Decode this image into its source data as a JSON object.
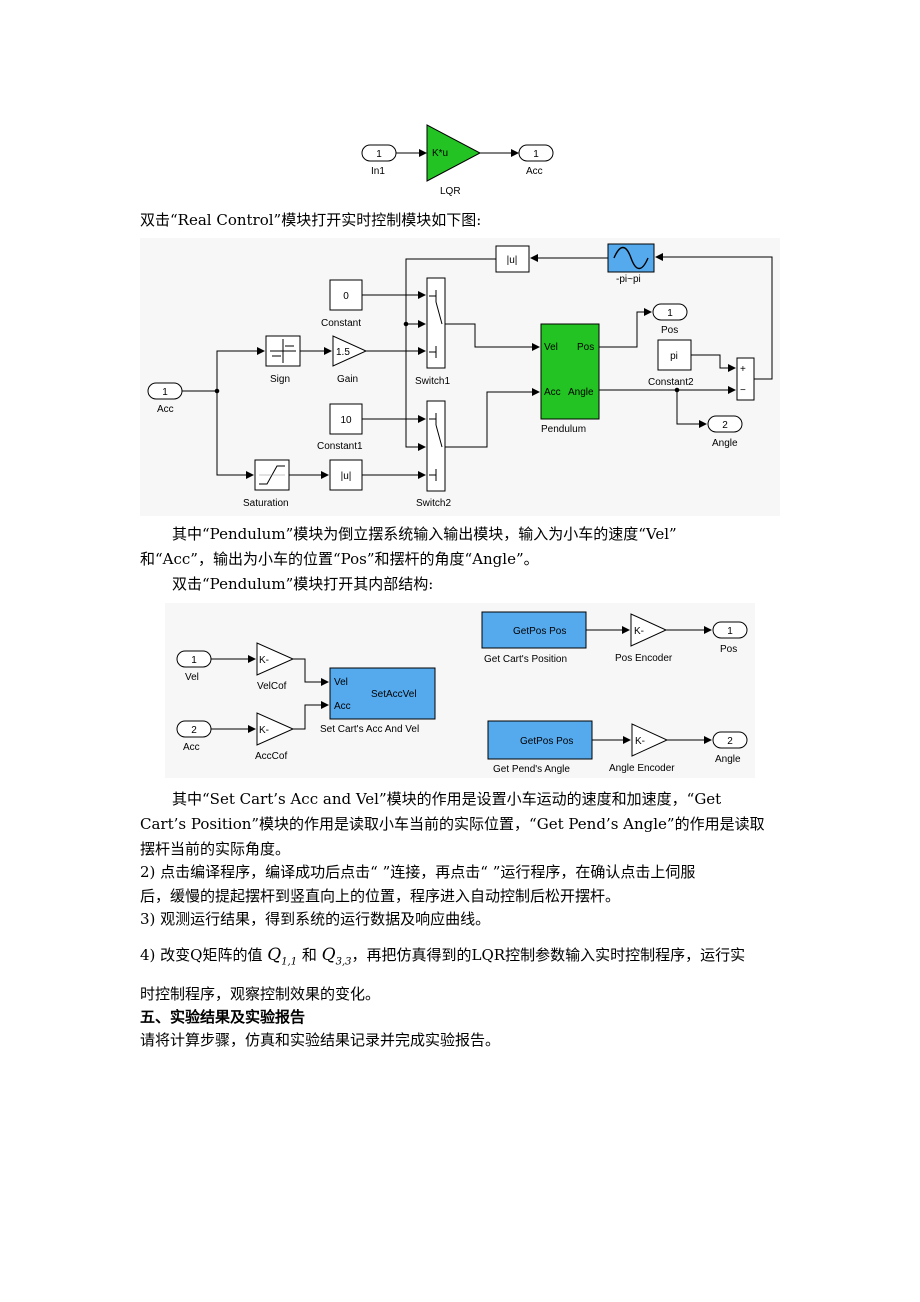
{
  "lqr_diagram": {
    "in_port": "1",
    "in_label": "In1",
    "gain_text": "K*u",
    "gain_label": "LQR",
    "out_port": "1",
    "out_label": "Acc"
  },
  "para1": "双击“Real Control”模块打开实时控制模块如下图:",
  "rc_diagram": {
    "abs_top": "|u|",
    "sine_label": "-pi~pi",
    "constant_val": "0",
    "constant_label": "Constant",
    "sign_label": "Sign",
    "gain_val": "1.5",
    "gain_label": "Gain",
    "switch1_label": "Switch1",
    "acc_port": "1",
    "acc_label": "Acc",
    "constant1_val": "10",
    "constant1_label": "Constant1",
    "saturation_label": "Saturation",
    "abs_bottom": "|u|",
    "switch2_label": "Switch2",
    "pend_vel": "Vel",
    "pend_pos": "Pos",
    "pend_acc": "Acc",
    "pend_angle": "Angle",
    "pend_label": "Pendulum",
    "pos_port": "1",
    "pos_label": "Pos",
    "const2_val": "pi",
    "const2_label": "Constant2",
    "sum_plus": "+",
    "sum_minus": "−",
    "angle_port": "2",
    "angle_label": "Angle"
  },
  "para2a": "其中“Pendulum”模块为倒立摆系统输入输出模块，输入为小车的速度“Vel”",
  "para2b": "和“Acc”，输出为小车的位置“Pos”和摆杆的角度“Angle”。",
  "para3": "双击“Pendulum”模块打开其内部结构:",
  "pend_diagram": {
    "vel_port": "1",
    "vel_label": "Vel",
    "velcof_text": "K-",
    "velcof_label": "VelCof",
    "acc_port": "2",
    "acc_label": "Acc",
    "acccof_text": "K-",
    "acccof_label": "AccCof",
    "set_vel": "Vel",
    "set_acc": "Acc",
    "set_name": "SetAccVel",
    "set_label": "Set Cart's Acc And Vel",
    "getpos_text": "GetPos   Pos",
    "getpos_label": "Get Cart's Position",
    "posenc_text": "K-",
    "posenc_label": "Pos Encoder",
    "pos_port": "1",
    "pos_label": "Pos",
    "getang_text": "GetPos   Pos",
    "getang_label": "Get Pend's Angle",
    "angenc_text": "K-",
    "angenc_label": "Angle Encoder",
    "ang_port": "2",
    "ang_label": "Angle"
  },
  "para4a": "其中“Set Cart’s Acc and Vel”模块的作用是设置小车运动的速度和加速度，“Get",
  "para4b": "Cart’s Position”模块的作用是读取小车当前的实际位置，“Get Pend’s Angle”的作用是读取",
  "para4c": "摆杆当前的实际角度。",
  "step2a": "2)  点击编译程序，编译成功后点击“  ”连接，再点击“  ”运行程序，在确认点击上伺服",
  "step2b": "后，缓慢的提起摆杆到竖直向上的位置，程序进入自动控制后松开摆杆。",
  "step3": "3)  观测运行结果，得到系统的运行数据及响应曲线。",
  "step4_pre": "4)  改变Q矩阵的值",
  "step4_q": "Q",
  "step4_sub1": "1,1",
  "step4_mid": "和",
  "step4_sub2": "3,3",
  "step4_post": "，再把仿真得到的LQR控制参数输入实时控制程序，运行实",
  "step4b": "时控制程序，观察控制效果的变化。",
  "heading5": "五、实验结果及实验报告",
  "para_last": "请将计算步骤，仿真和实验结果记录并完成实验报告。",
  "colors": {
    "green_block": "#22c322",
    "blue_block": "#55aaee"
  }
}
